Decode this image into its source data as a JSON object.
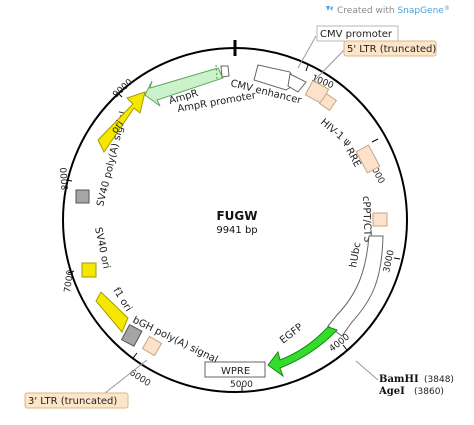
{
  "credit": {
    "prefix": "Created with ",
    "brand": "SnapGene",
    "mark": "®"
  },
  "plasmid": {
    "name": "FUGW",
    "size_label": "9941 bp"
  },
  "features": [
    {
      "label": "CMV promoter",
      "type": "promoter",
      "color": "#ffffff"
    },
    {
      "label": "5' LTR (truncated)",
      "type": "ltr",
      "color": "#fde5c8"
    },
    {
      "label": "CMV enhancer",
      "type": "enhancer",
      "color": "#ffffff"
    },
    {
      "label": "HIV-1 ψ",
      "type": "misc",
      "color": "#fde2cb"
    },
    {
      "label": "RRE",
      "type": "misc",
      "color": "#fde2cb"
    },
    {
      "label": "cPPT/CTS",
      "type": "misc",
      "color": "#fde2cb"
    },
    {
      "label": "hUbc",
      "type": "promoter",
      "color": "#ffffff"
    },
    {
      "label": "EGFP",
      "type": "cds",
      "color": "#33dd2b"
    },
    {
      "label": "WPRE",
      "type": "misc",
      "color": "#ffffff"
    },
    {
      "label": "3' LTR (truncated)",
      "type": "ltr",
      "color": "#fde5c8"
    },
    {
      "label": "bGH poly(A) signal",
      "type": "terminator",
      "color": "#a5a5a5"
    },
    {
      "label": "f1 ori",
      "type": "origin",
      "color": "#f5e800"
    },
    {
      "label": "SV40 ori",
      "type": "origin",
      "color": "#f5e800"
    },
    {
      "label": "SV40 poly(A) signal",
      "type": "terminator",
      "color": "#a5a5a5"
    },
    {
      "label": "ori",
      "type": "origin",
      "color": "#f5e800"
    },
    {
      "label": "AmpR",
      "type": "cds",
      "color": "#ccf2cc"
    },
    {
      "label": "AmpR promoter",
      "type": "promoter",
      "color": "#ffffff"
    }
  ],
  "ticks": [
    "1000",
    "2000",
    "3000",
    "4000",
    "5000",
    "6000",
    "7000",
    "8000",
    "9000"
  ],
  "sites": [
    {
      "name": "BamHI",
      "position": "(3848)"
    },
    {
      "name": "AgeI",
      "position": "(3860)"
    }
  ]
}
